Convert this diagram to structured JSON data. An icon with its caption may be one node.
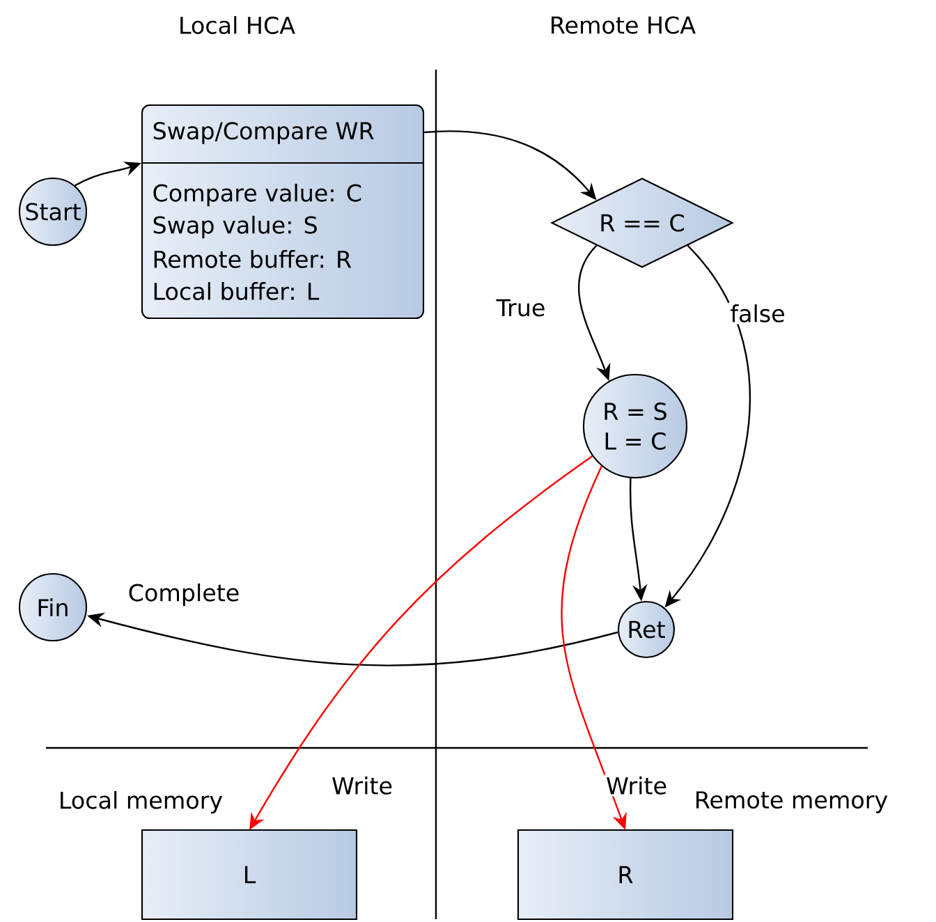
{
  "diagram": {
    "nodes": [
      {
        "text": [
          "Start"
        ]
      },
      {
        "text": [
          "Swap/Compare WR",
          "Compare value: C",
          "Swap value: S",
          "Remote buffer: R",
          "Local buffer: L"
        ]
      },
      {
        "text": [
          "R == C"
        ]
      },
      {
        "text": [
          "R = S",
          "L = C"
        ]
      },
      {
        "text": [
          "Ret"
        ]
      },
      {
        "text": [
          "Fin"
        ]
      },
      {
        "text": [
          "L"
        ]
      },
      {
        "text": [
          "R"
        ]
      }
    ],
    "edges": [
      {
        "from": 0,
        "to": 1,
        "arrow": "to"
      },
      {
        "from": 1,
        "to": 2,
        "arrow": "to"
      },
      {
        "from": 2,
        "to": 3,
        "arrow": "to",
        "label": "True"
      },
      {
        "from": 2,
        "to": 4,
        "arrow": "to",
        "label": "false"
      },
      {
        "from": 3,
        "to": 4,
        "arrow": "to"
      },
      {
        "from": 4,
        "to": 5,
        "arrow": "to",
        "label": "Complete"
      },
      {
        "from": 3,
        "to": 6,
        "arrow": "to",
        "label": "Write",
        "color": "#ff0000"
      },
      {
        "from": 3,
        "to": 7,
        "arrow": "to",
        "label": "Write",
        "color": "#ff0000"
      }
    ],
    "labels": [
      "Local HCA",
      "Remote HCA",
      "Local memory",
      "Remote memory"
    ]
  }
}
